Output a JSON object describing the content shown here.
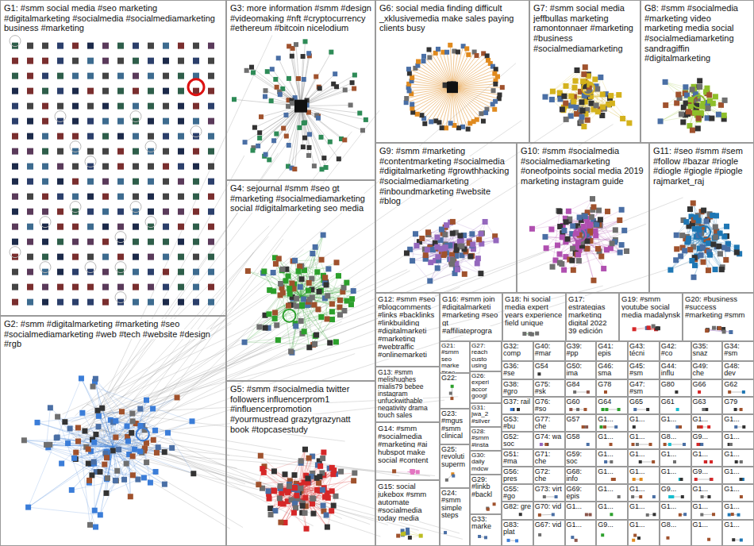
{
  "diagram": {
    "nodes": [
      {
        "text": [
          "G1: #smm social media #seo marketing #digitalmarketing #socialmedia #socialmediamarketing business #marketing"
        ]
      },
      {
        "text": [
          "G2: #smm #digitalmarketing #marketing #seo #socialmediamarketing #web #tech #website #design #rgb"
        ]
      },
      {
        "text": [
          "G3: more information #smm #design #videomaking #nft #cryptocurrency #ethereum #bitcoin nicelodium"
        ]
      },
      {
        "text": [
          "G4: sejournal #smm #seo gt #marketing #socialmediamarketing social #digitalmarketing seo media"
        ]
      },
      {
        "text": [
          "G5: #smm #socialmedia twitter followers influencerprom1 #influencerpromotion #yourmustread grazytgrazynatt book #topcasestudy"
        ]
      },
      {
        "text": [
          "G6: social media finding difficult _xklusivemedia make sales paying clients busy"
        ]
      },
      {
        "text": [
          "G7: #smm social media jeffbullas marketing ramontonnaer #marketing #business #socialmediamarketing"
        ]
      },
      {
        "text": [
          "G8: #smm #socialmedia #marketing video marketing media social #socialmediamarketing sandragiffin #digitalmarketing"
        ]
      },
      {
        "text": [
          "G9: #smm #marketing #contentmarketing #socialmedia #digitalmarketing #growthhacking #socialmediamarketing #inboundmarketing #website #blog"
        ]
      },
      {
        "text": [
          "G10: #smm #socialmedia #socialmediamarketing #oneofpoints social media 2019 marketing instagram guide"
        ]
      },
      {
        "text": [
          "G11: #seo #smm #sem #follow #bazar #riogle #diogle #giogle #piogle rajmarket_raj"
        ]
      },
      {
        "text": [
          "G12: #smm #seo #blogcomments #links #backlinks #linkbuilding #digitalmarketi #marketing #webtraffic #onlinemarketi"
        ]
      },
      {
        "text": [
          "G13: #smm melishughes mialis79 bebee instagram unfuckwithable negativity drama touch sales"
        ]
      },
      {
        "text": [
          "G14: #smm #socialmedia #marketing #ai hubspot make social #content"
        ]
      },
      {
        "text": [
          "G15: social jukebox #smm automate #socialmedia today media"
        ]
      },
      {
        "text": [
          "G16: #smm join #digitalmarketi #marketing #seo gt #affiliateprogra"
        ]
      },
      {
        "text": [
          "G17: estrategias marketing digital 2022 39 edición"
        ]
      },
      {
        "text": [
          "G18: hi social media expert years experience field unique"
        ]
      },
      {
        "text": [
          "G19: #smm youtube social media madalynsk"
        ]
      },
      {
        "text": [
          "G20: #business #success #marketing #smm"
        ]
      },
      {
        "text": [
          "G21: #smm seo marke #seo"
        ]
      },
      {
        "text": [
          "G22:"
        ]
      },
      {
        "text": [
          "G23: #mgus #smm clinical"
        ]
      },
      {
        "text": [
          "G24: #smm simple steps"
        ]
      },
      {
        "text": [
          "G25: revoluti superm"
        ]
      },
      {
        "text": [
          "G26: experi accor googl"
        ]
      },
      {
        "text": [
          "G27: reach custo using"
        ]
      },
      {
        "text": [
          "G28: #smm #insta"
        ]
      },
      {
        "text": [
          "G29: #linkb #backl"
        ]
      },
      {
        "text": [
          "G30: daily mdcw"
        ]
      },
      {
        "text": [
          "G31: jwa_2 #silver"
        ]
      },
      {
        "text": [
          "G33: marke"
        ]
      },
      {
        "text": [
          "G32: comp"
        ]
      },
      {
        "text": [
          "G40: #mar"
        ]
      },
      {
        "text": [
          "G39: #pp"
        ]
      },
      {
        "text": [
          "G41: epis"
        ]
      },
      {
        "text": [
          "G43: técni"
        ]
      },
      {
        "text": [
          "G42: #co"
        ]
      },
      {
        "text": [
          "G35: snaz"
        ]
      },
      {
        "text": [
          "G34: #sm"
        ]
      },
      {
        "text": [
          "G36: #se"
        ]
      },
      {
        "text": [
          "G54"
        ]
      },
      {
        "text": [
          "G50: ima"
        ]
      },
      {
        "text": [
          "G46: sma"
        ]
      },
      {
        "text": [
          "G45: #sm"
        ]
      },
      {
        "text": [
          "G44: influ"
        ]
      },
      {
        "text": [
          "G49: che"
        ]
      },
      {
        "text": [
          "G48: dev"
        ]
      },
      {
        "text": [
          "G38: #gro"
        ]
      },
      {
        "text": [
          "G75: #sk"
        ]
      },
      {
        "text": [
          "G84"
        ]
      },
      {
        "text": [
          "G78"
        ]
      },
      {
        "text": [
          "G47: #sm"
        ]
      },
      {
        "text": [
          "G80"
        ]
      },
      {
        "text": [
          "G66"
        ]
      },
      {
        "text": [
          "G62"
        ]
      },
      {
        "text": [
          "G37: rail"
        ]
      },
      {
        "text": [
          "G76: #so"
        ]
      },
      {
        "text": [
          "G60"
        ]
      },
      {
        "text": [
          "G64"
        ]
      },
      {
        "text": [
          "G65"
        ]
      },
      {
        "text": [
          "G61"
        ]
      },
      {
        "text": [
          "G63"
        ]
      },
      {
        "text": [
          "G79"
        ]
      },
      {
        "text": [
          "G53: #bu"
        ]
      },
      {
        "text": [
          "G77: che"
        ]
      },
      {
        "text": [
          "G57"
        ]
      },
      {
        "text": [
          "G1..."
        ]
      },
      {
        "text": [
          "G1..."
        ]
      },
      {
        "text": [
          "G1..."
        ]
      },
      {
        "text": [
          "G1..."
        ]
      },
      {
        "text": [
          "G1..."
        ]
      },
      {
        "text": [
          "G52: soc"
        ]
      },
      {
        "text": [
          "G74: wa"
        ]
      },
      {
        "text": [
          "G58"
        ]
      },
      {
        "text": [
          "G1..."
        ]
      },
      {
        "text": [
          "G1..."
        ]
      },
      {
        "text": [
          "G8..."
        ]
      },
      {
        "text": [
          "G9..."
        ]
      },
      {
        "text": [
          "G1..."
        ]
      },
      {
        "text": [
          "G51: #ma"
        ]
      },
      {
        "text": [
          "G71: che"
        ]
      },
      {
        "text": [
          "G59: soc"
        ]
      },
      {
        "text": [
          "G1..."
        ]
      },
      {
        "text": [
          "G1..."
        ]
      },
      {
        "text": [
          "G1..."
        ]
      },
      {
        "text": [
          "G1..."
        ]
      },
      {
        "text": [
          "G1..."
        ]
      },
      {
        "text": [
          "G56: pres"
        ]
      },
      {
        "text": [
          "G72: che"
        ]
      },
      {
        "text": [
          "G68: info"
        ]
      },
      {
        "text": [
          "G1..."
        ]
      },
      {
        "text": [
          "G1..."
        ]
      },
      {
        "text": [
          "G1..."
        ]
      },
      {
        "text": [
          "G9..."
        ]
      },
      {
        "text": [
          "G1..."
        ]
      },
      {
        "text": [
          "G55: #go"
        ]
      },
      {
        "text": [
          "G73: virt"
        ]
      },
      {
        "text": [
          "G69: epis"
        ]
      },
      {
        "text": [
          "G1..."
        ]
      },
      {
        "text": [
          "G1..."
        ]
      },
      {
        "text": [
          "G9..."
        ]
      },
      {
        "text": [
          "G1..."
        ]
      },
      {
        "text": [
          "G1..."
        ]
      },
      {
        "text": [
          "G82: gre"
        ]
      },
      {
        "text": [
          "G70: vid"
        ]
      },
      {
        "text": [
          "G1..."
        ]
      },
      {
        "text": [
          "G1..."
        ]
      },
      {
        "text": [
          "G1..."
        ]
      },
      {
        "text": [
          "G1..."
        ]
      },
      {
        "text": [
          "G1..."
        ]
      },
      {
        "text": [
          "G1..."
        ]
      },
      {
        "text": [
          "G83: plat"
        ]
      },
      {
        "text": [
          "G67: vid"
        ]
      },
      {
        "text": [
          "G1..."
        ]
      },
      {
        "text": [
          "G9..."
        ]
      },
      {
        "text": [
          "G1..."
        ]
      },
      {
        "text": [
          "G8..."
        ]
      },
      {
        "text": [
          "G1..."
        ]
      },
      {
        "text": [
          "G1..."
        ]
      }
    ]
  }
}
